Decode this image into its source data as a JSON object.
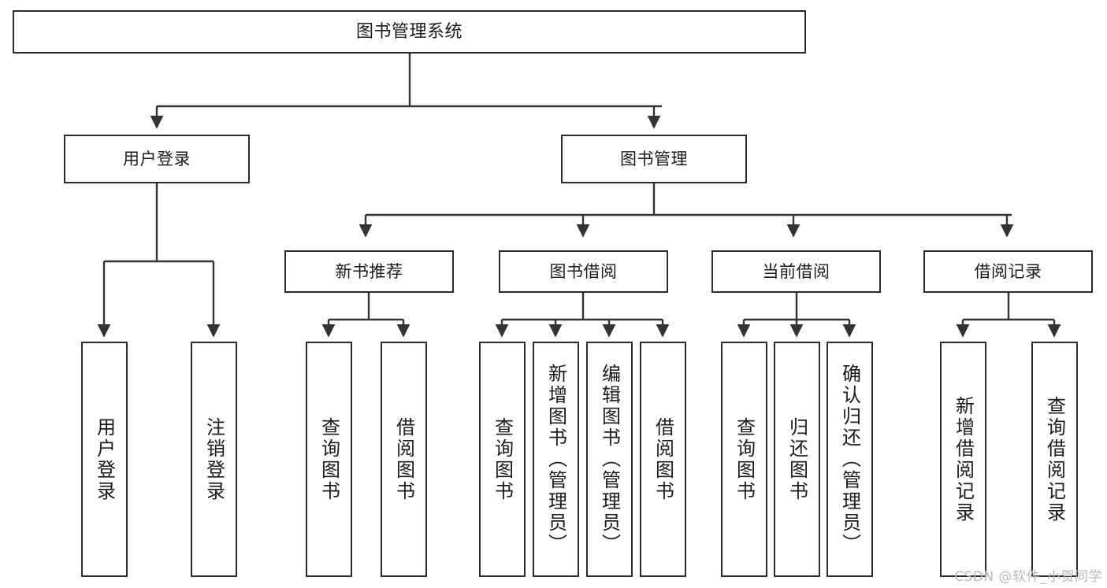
{
  "diagram": {
    "type": "tree",
    "title": "图书管理系统",
    "orientation": "top-down",
    "colors": {
      "box_border": "#2b2b2b",
      "box_fill": "#ffffff",
      "line": "#333333",
      "text": "#1b1b1b",
      "watermark": "#b9b9b9"
    },
    "levels": {
      "level1": [
        "图书管理系统"
      ],
      "level2": [
        "用户登录",
        "图书管理"
      ],
      "level3": [
        "新书推荐",
        "图书借阅",
        "当前借阅",
        "借阅记录"
      ],
      "level4": [
        "用户登录",
        "注销登录",
        "查询图书",
        "借阅图书",
        "查询图书",
        "新增图书（管理员）",
        "编辑图书（管理员）",
        "借阅图书",
        "查询图书",
        "归还图书",
        "确认归还（管理员）",
        "新增借阅记录",
        "查询借阅记录"
      ]
    },
    "nodes": {
      "root": {
        "label": "图书管理系统"
      },
      "user_login": {
        "label": "用户登录"
      },
      "book_manage": {
        "label": "图书管理"
      },
      "new_book_rec": {
        "label": "新书推荐"
      },
      "book_borrow": {
        "label": "图书借阅"
      },
      "current_borrow": {
        "label": "当前借阅"
      },
      "borrow_record": {
        "label": "借阅记录"
      },
      "leaf_user_login": {
        "label": "用户登录"
      },
      "leaf_logout": {
        "label": "注销登录"
      },
      "leaf_query_book_a": {
        "label": "查询图书"
      },
      "leaf_borrow_book_a": {
        "label": "借阅图书"
      },
      "leaf_query_book_b": {
        "label": "查询图书"
      },
      "leaf_add_book": {
        "label": "新增图书（管理员）"
      },
      "leaf_edit_book": {
        "label": "编辑图书（管理员）"
      },
      "leaf_borrow_book_b": {
        "label": "借阅图书"
      },
      "leaf_query_book_c": {
        "label": "查询图书"
      },
      "leaf_return_book": {
        "label": "归还图书"
      },
      "leaf_confirm_return": {
        "label": "确认归还（管理员）"
      },
      "leaf_add_record": {
        "label": "新增借阅记录"
      },
      "leaf_query_record": {
        "label": "查询借阅记录"
      }
    },
    "edges": [
      {
        "from": "root",
        "to": "user_login"
      },
      {
        "from": "root",
        "to": "book_manage"
      },
      {
        "from": "user_login",
        "to": "leaf_user_login"
      },
      {
        "from": "user_login",
        "to": "leaf_logout"
      },
      {
        "from": "book_manage",
        "to": "new_book_rec"
      },
      {
        "from": "book_manage",
        "to": "book_borrow"
      },
      {
        "from": "book_manage",
        "to": "current_borrow"
      },
      {
        "from": "book_manage",
        "to": "borrow_record"
      },
      {
        "from": "new_book_rec",
        "to": "leaf_query_book_a"
      },
      {
        "from": "new_book_rec",
        "to": "leaf_borrow_book_a"
      },
      {
        "from": "book_borrow",
        "to": "leaf_query_book_b"
      },
      {
        "from": "book_borrow",
        "to": "leaf_add_book"
      },
      {
        "from": "book_borrow",
        "to": "leaf_edit_book"
      },
      {
        "from": "book_borrow",
        "to": "leaf_borrow_book_b"
      },
      {
        "from": "current_borrow",
        "to": "leaf_query_book_c"
      },
      {
        "from": "current_borrow",
        "to": "leaf_return_book"
      },
      {
        "from": "current_borrow",
        "to": "leaf_confirm_return"
      },
      {
        "from": "borrow_record",
        "to": "leaf_add_record"
      },
      {
        "from": "borrow_record",
        "to": "leaf_query_record"
      }
    ]
  },
  "watermark": {
    "text": "CSDN @软件_小贺同学"
  }
}
